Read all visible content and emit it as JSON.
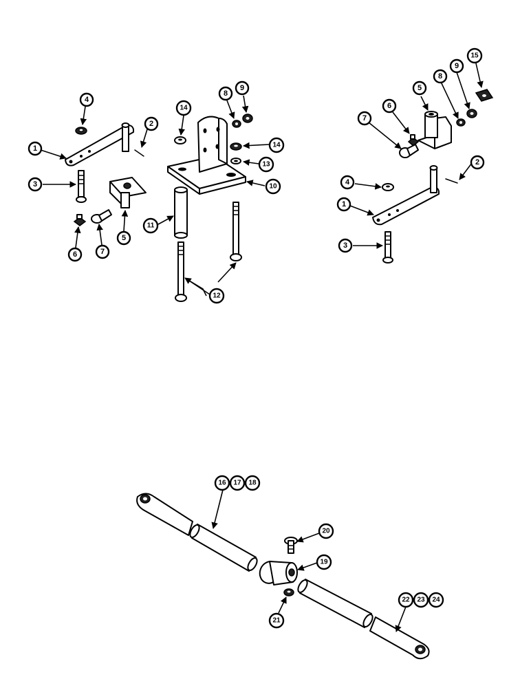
{
  "callouts": {
    "left_assembly": [
      "1",
      "2",
      "3",
      "4",
      "5",
      "6",
      "7",
      "8",
      "9",
      "10",
      "11",
      "12",
      "13",
      "14",
      "14"
    ],
    "right_assembly": [
      "1",
      "2",
      "3",
      "4",
      "5",
      "6",
      "7",
      "8",
      "9",
      "15"
    ],
    "tube_assembly": [
      "16",
      "17",
      "18",
      "19",
      "20",
      "21",
      "22",
      "23",
      "24"
    ]
  }
}
